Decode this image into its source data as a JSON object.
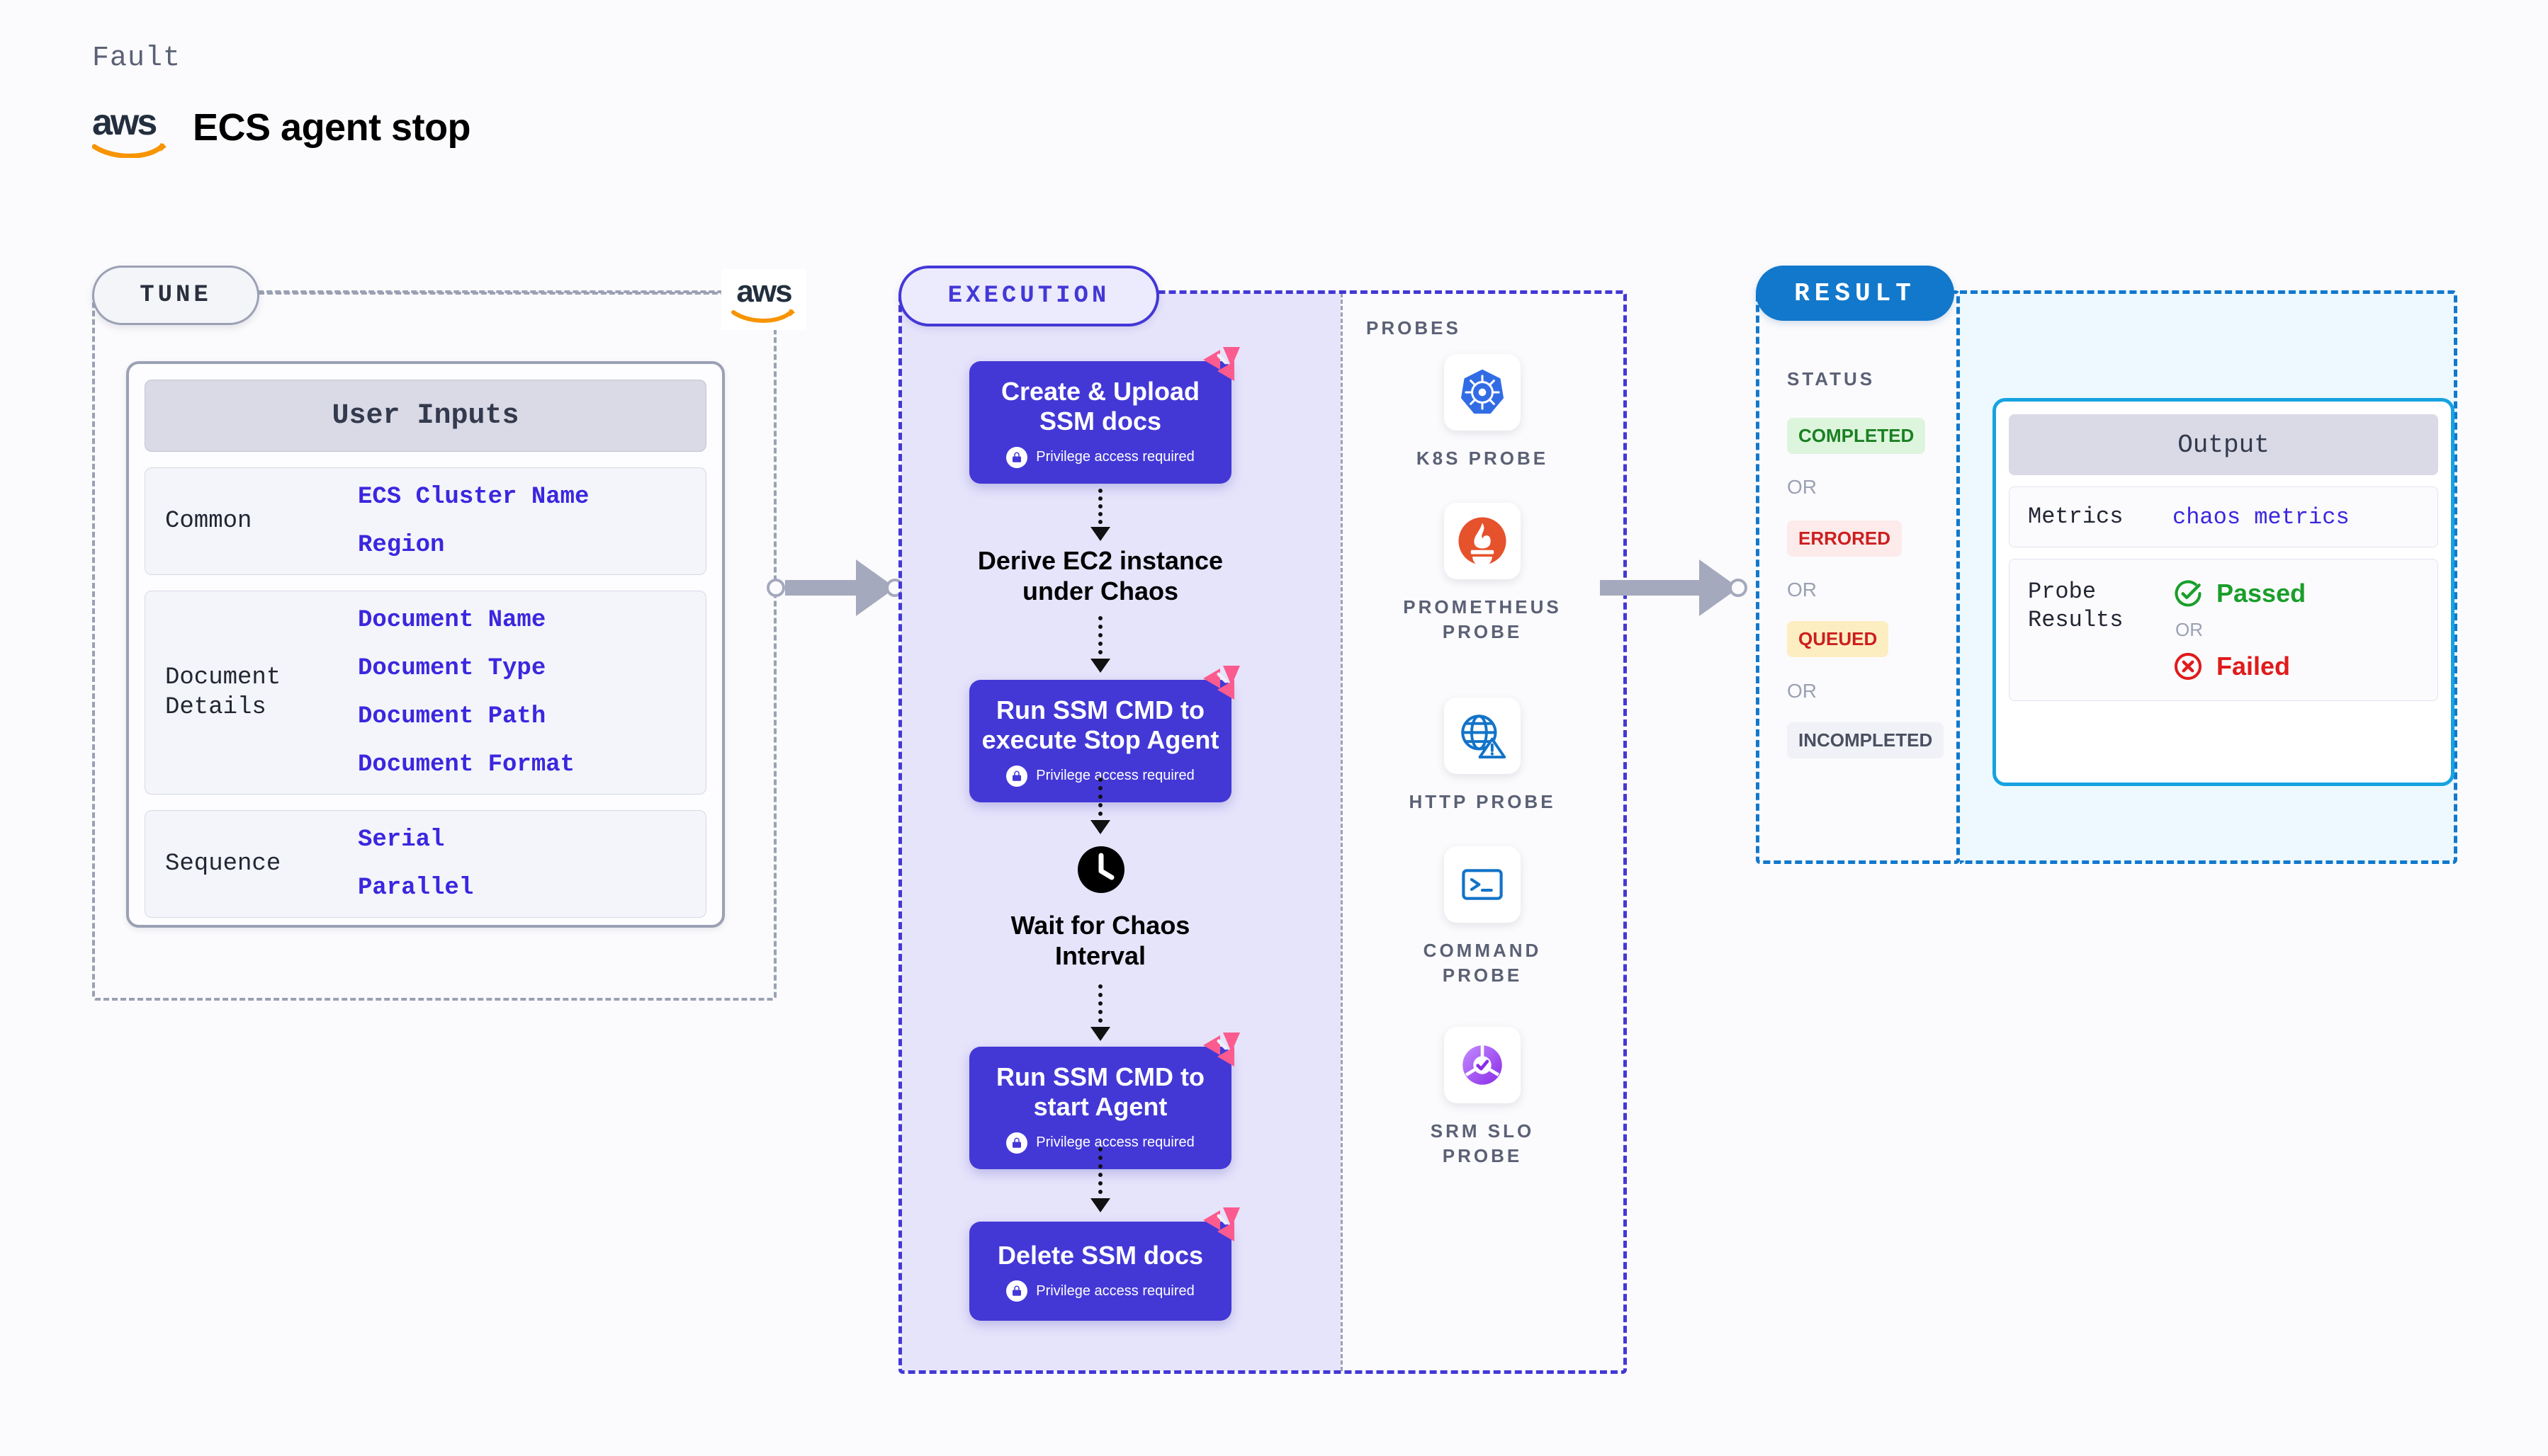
{
  "header": {
    "kicker": "Fault",
    "brand_logo": "aws-logo",
    "title": "ECS agent stop"
  },
  "tune": {
    "pill_label": "TUNE",
    "brand_logo": "aws-logo",
    "card_title": "User Inputs",
    "groups": [
      {
        "label": "Common",
        "values": [
          "ECS Cluster Name",
          "Region"
        ]
      },
      {
        "label": "Document\nDetails",
        "values": [
          "Document Name",
          "Document Type",
          "Document Path",
          "Document Format"
        ]
      },
      {
        "label": "Sequence",
        "values": [
          "Serial",
          "Parallel"
        ]
      }
    ]
  },
  "execution": {
    "pill_label": "EXECUTION",
    "nodes": [
      {
        "kind": "task",
        "title": "Create & Upload\nSSM docs",
        "sub": "Privilege access required",
        "badge": "litmus-logo-badge"
      },
      {
        "kind": "plain",
        "title": "Derive EC2 instance\nunder Chaos"
      },
      {
        "kind": "task",
        "title": "Run SSM CMD to\nexecute Stop Agent",
        "sub": "Privilege access required",
        "badge": "litmus-logo-badge"
      },
      {
        "kind": "clock",
        "title": "Wait for Chaos\nInterval",
        "icon": "clock-icon"
      },
      {
        "kind": "task",
        "title": "Run SSM CMD to\nstart Agent",
        "sub": "Privilege access required",
        "badge": "litmus-logo-badge"
      },
      {
        "kind": "task",
        "title": "Delete SSM docs",
        "sub": "Privilege access required",
        "badge": "litmus-logo-badge"
      }
    ],
    "probes_label": "PROBES",
    "probes": [
      {
        "label": "K8S PROBE",
        "icon": "kubernetes-icon"
      },
      {
        "label": "PROMETHEUS\nPROBE",
        "icon": "prometheus-icon"
      },
      {
        "label": "HTTP PROBE",
        "icon": "http-globe-icon"
      },
      {
        "label": "COMMAND\nPROBE",
        "icon": "terminal-icon"
      },
      {
        "label": "SRM SLO\nPROBE",
        "icon": "srm-slo-icon"
      }
    ]
  },
  "result": {
    "pill_label": "RESULT",
    "status_label": "STATUS",
    "or_label": "OR",
    "statuses": [
      {
        "label": "COMPLETED",
        "bg": "#ddf5dd",
        "fg": "#1a8022"
      },
      {
        "label": "ERRORED",
        "bg": "#fdeaea",
        "fg": "#cc1f1f"
      },
      {
        "label": "QUEUED",
        "bg": "#fdeec2",
        "fg": "#cc1f1f"
      },
      {
        "label": "INCOMPLETED",
        "bg": "#f1f2f7",
        "fg": "#4a5060"
      }
    ],
    "output": {
      "title": "Output",
      "rows": [
        {
          "label": "Metrics",
          "value": "chaos metrics"
        }
      ],
      "probe_results_label": "Probe\nResults",
      "passed_label": "Passed",
      "failed_label": "Failed",
      "or_label": "OR",
      "passed_icon": "check-circle-icon",
      "failed_icon": "x-circle-icon"
    }
  },
  "colors": {
    "accent_indigo": "#4338d6",
    "accent_blue": "#1278cc",
    "accent_cyan": "#17a3e0",
    "link_blue": "#3B27DF",
    "litmus_pink": "#FB5B8E",
    "aws_orange": "#F79400",
    "k8s_blue": "#326CE5",
    "prometheus_orange": "#E6522C",
    "srm_purple": "#9B4DFF"
  }
}
